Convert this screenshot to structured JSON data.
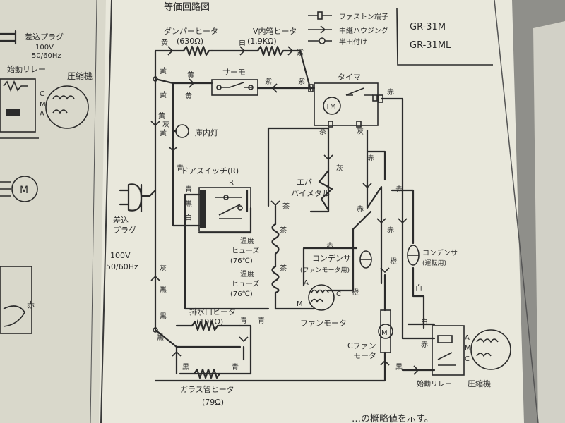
{
  "diagram": {
    "title": "等価回路図",
    "models": [
      "GR-31M",
      "GR-31ML"
    ],
    "legend": [
      {
        "symbol": "faston",
        "label": "ファストン端子"
      },
      {
        "symbol": "relay",
        "label": "中継ハウジング"
      },
      {
        "symbol": "solder",
        "label": "半田付け"
      }
    ],
    "components": {
      "damper_heater": {
        "name": "ダンパーヒータ",
        "value": "(630Ω)"
      },
      "v_heater": {
        "name": "V内箱ヒータ",
        "value": "(1.9KΩ)"
      },
      "thermo": "サーモ",
      "timer": "タイマ",
      "timer_motor": "TM",
      "lamp": "庫内灯",
      "door_switch": "ドアスイッチ(R)",
      "switch_r": "R",
      "evap_bimetal": [
        "エバ",
        "バイメタル"
      ],
      "plug": [
        "差込",
        "プラグ"
      ],
      "supply": [
        "100V",
        "50/60Hz"
      ],
      "thermal_fuse_1": [
        "温度",
        "ヒューズ",
        "(76℃)"
      ],
      "thermal_fuse_2": [
        "温度",
        "ヒューズ",
        "(76℃)"
      ],
      "fan_motor": "ファンモータ",
      "fan_motor_m": "M",
      "fan_cap": [
        "コンデンサ",
        "(ファンモータ用)"
      ],
      "run_cap": [
        "コンデンサ",
        "(運転用)"
      ],
      "c_fan": [
        "Cファン",
        "モータ"
      ],
      "c_fan_m": "M",
      "drain_heater": {
        "name": "排水口ヒータ",
        "value": "(10KΩ)"
      },
      "glass_heater": {
        "name": "ガラス管ヒータ",
        "value": "(79Ω)"
      },
      "compressor": "圧縮機",
      "start_relay": "始動リレー",
      "terminals": {
        "a": "A",
        "m": "M",
        "c": "C"
      }
    },
    "wire_labels": {
      "yellow": "黄",
      "white": "白",
      "purple": "紫",
      "red": "赤",
      "gray": "灰",
      "blue": "青",
      "black": "黒",
      "brown": "茶",
      "orange": "橙"
    },
    "left_panel": {
      "plug": "差込プラグ",
      "supply": [
        "100V",
        "50/60Hz"
      ],
      "start_relay": "始動リレー",
      "compressor": "圧縮機",
      "terminals": [
        "C",
        "M",
        "A"
      ],
      "motor": "M",
      "red_wire": "赤"
    },
    "footnote": "…の概略値を示す。"
  },
  "colors": {
    "paper": "#e9e8dc",
    "ink": "#2b2b2b",
    "background": "#8f8f8a"
  }
}
